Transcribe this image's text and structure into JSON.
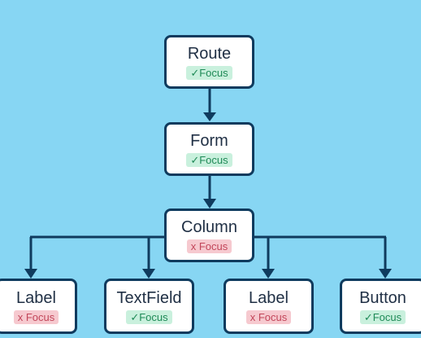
{
  "colors": {
    "background": "#87d6f3",
    "connector": "#0f3b5e",
    "focus_yes_bg": "#c9f0dd",
    "focus_yes_text": "#1f8a57",
    "focus_no_bg": "#f6c9cf",
    "focus_no_text": "#c2465a"
  },
  "nodes": {
    "route": {
      "label": "Route",
      "focus": "✓Focus",
      "focusable": true
    },
    "form": {
      "label": "Form",
      "focus": "✓Focus",
      "focusable": true
    },
    "column": {
      "label": "Column",
      "focus": "x Focus",
      "focusable": false
    },
    "label1": {
      "label": "Label",
      "focus": "x Focus",
      "focusable": false
    },
    "textfield": {
      "label": "TextField",
      "focus": "✓Focus",
      "focusable": true
    },
    "label2": {
      "label": "Label",
      "focus": "x Focus",
      "focusable": false
    },
    "button": {
      "label": "Button",
      "focus": "✓Focus",
      "focusable": true
    }
  }
}
